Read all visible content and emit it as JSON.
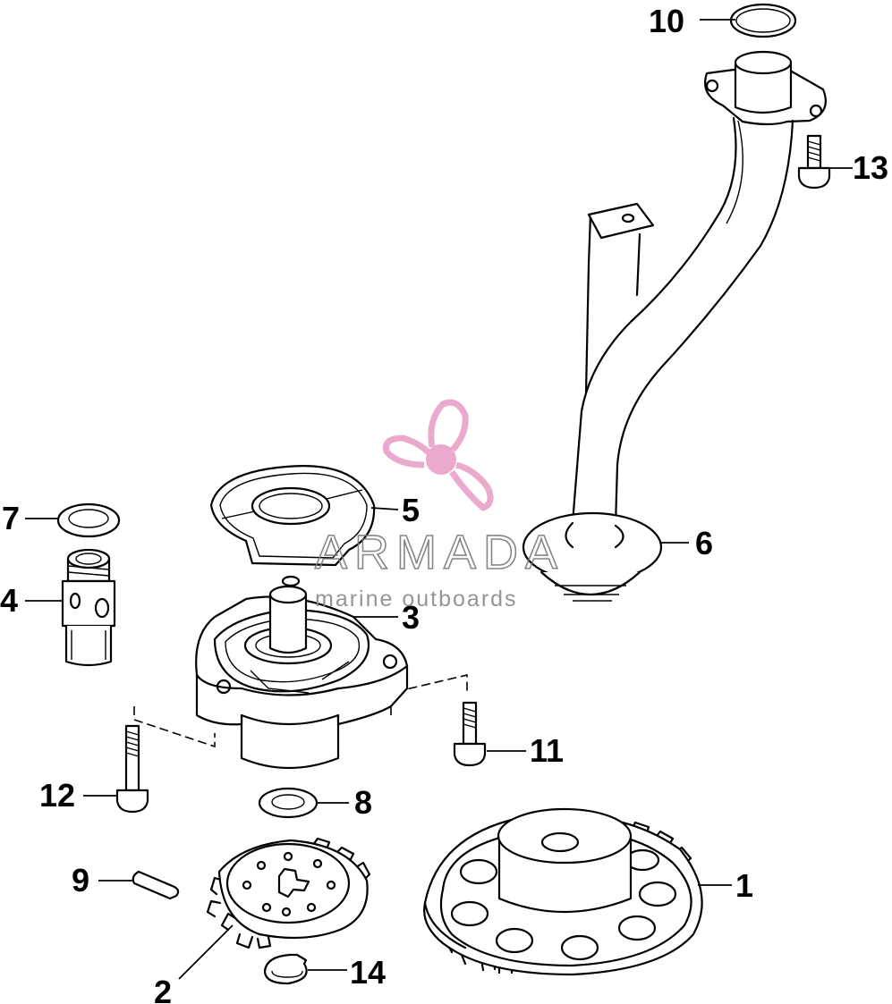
{
  "watermark": {
    "brand": "ARMADA",
    "tagline": "marine outboards",
    "logo_icon": "propeller-logo-icon",
    "logo_color": "#e8a0c8"
  },
  "callouts": [
    "1",
    "2",
    "3",
    "4",
    "5",
    "6",
    "7",
    "8",
    "9",
    "10",
    "11",
    "12",
    "13",
    "14"
  ],
  "colors": {
    "line": "#000000",
    "background": "#ffffff"
  }
}
